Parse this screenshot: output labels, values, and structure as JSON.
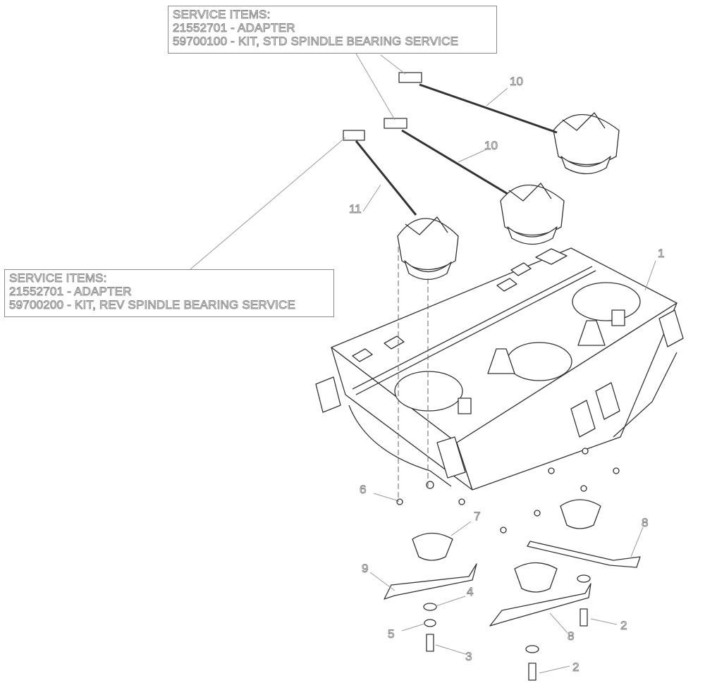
{
  "service_boxes": {
    "top": {
      "heading": "SERVICE ITEMS:",
      "item1": "21552701 - ADAPTER",
      "item2": "59700100 - KIT, STD SPINDLE BEARING SERVICE"
    },
    "left": {
      "heading": "SERVICE ITEMS:",
      "item1": "21552701 - ADAPTER",
      "item2": "59700200 - KIT, REV SPINDLE BEARING SERVICE"
    }
  },
  "callouts": {
    "c1": "1",
    "c2a": "2",
    "c2b": "2",
    "c3": "3",
    "c4": "4",
    "c5": "5",
    "c6": "6",
    "c7": "7",
    "c8a": "8",
    "c8b": "8",
    "c9": "9",
    "c10a": "10",
    "c10b": "10",
    "c11": "11"
  },
  "colors": {
    "line": "#333333",
    "leader": "#9a9a9a",
    "label": "#8a8a8a"
  }
}
